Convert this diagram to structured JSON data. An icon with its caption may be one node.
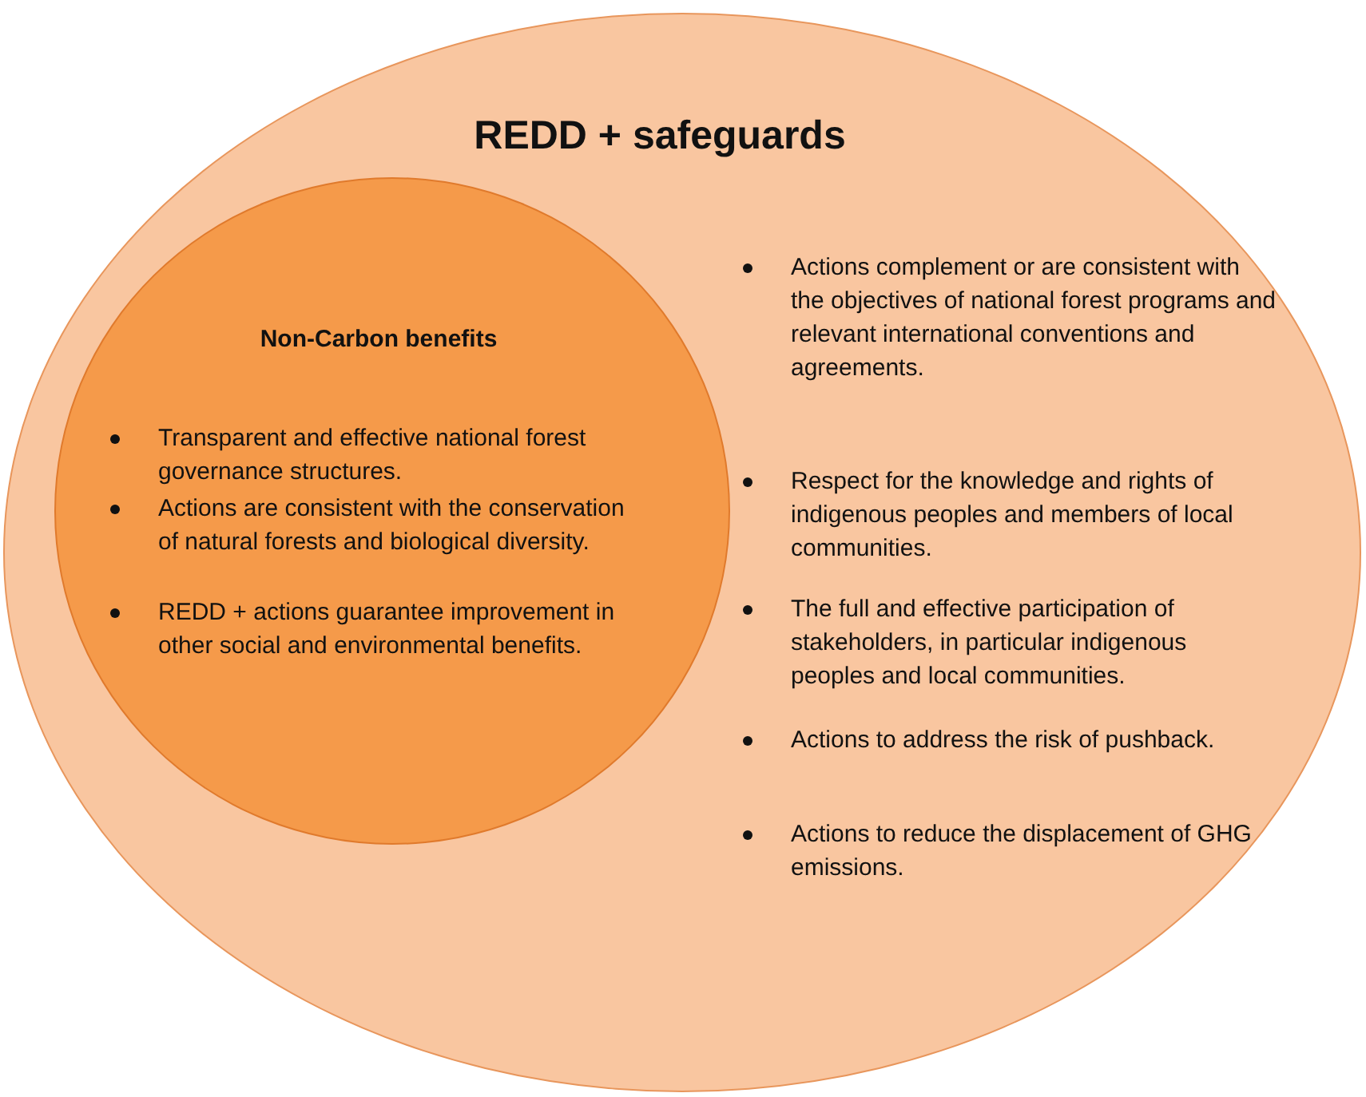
{
  "diagram": {
    "nodes": [
      {
        "text": [
          "REDD + safeguards",
          "Actions complement or are consistent with the objectives of national forest programs and relevant international conventions and agreements.",
          "Respect for the knowledge and rights of indigenous peoples and members of local communities.",
          "The full and effective participation of stakeholders, in particular indigenous peoples and local communities.",
          "Actions to address the risk of pushback.",
          "Actions to reduce the displacement of GHG emissions."
        ]
      },
      {
        "text": [
          "Non-Carbon benefits",
          "Transparent and effective national forest governance structures.",
          "Actions are consistent with the conservation of natural forests and biological diversity.",
          "REDD + actions guarantee improvement in other social and environmental benefits."
        ],
        "in": 0
      }
    ],
    "edges": []
  }
}
